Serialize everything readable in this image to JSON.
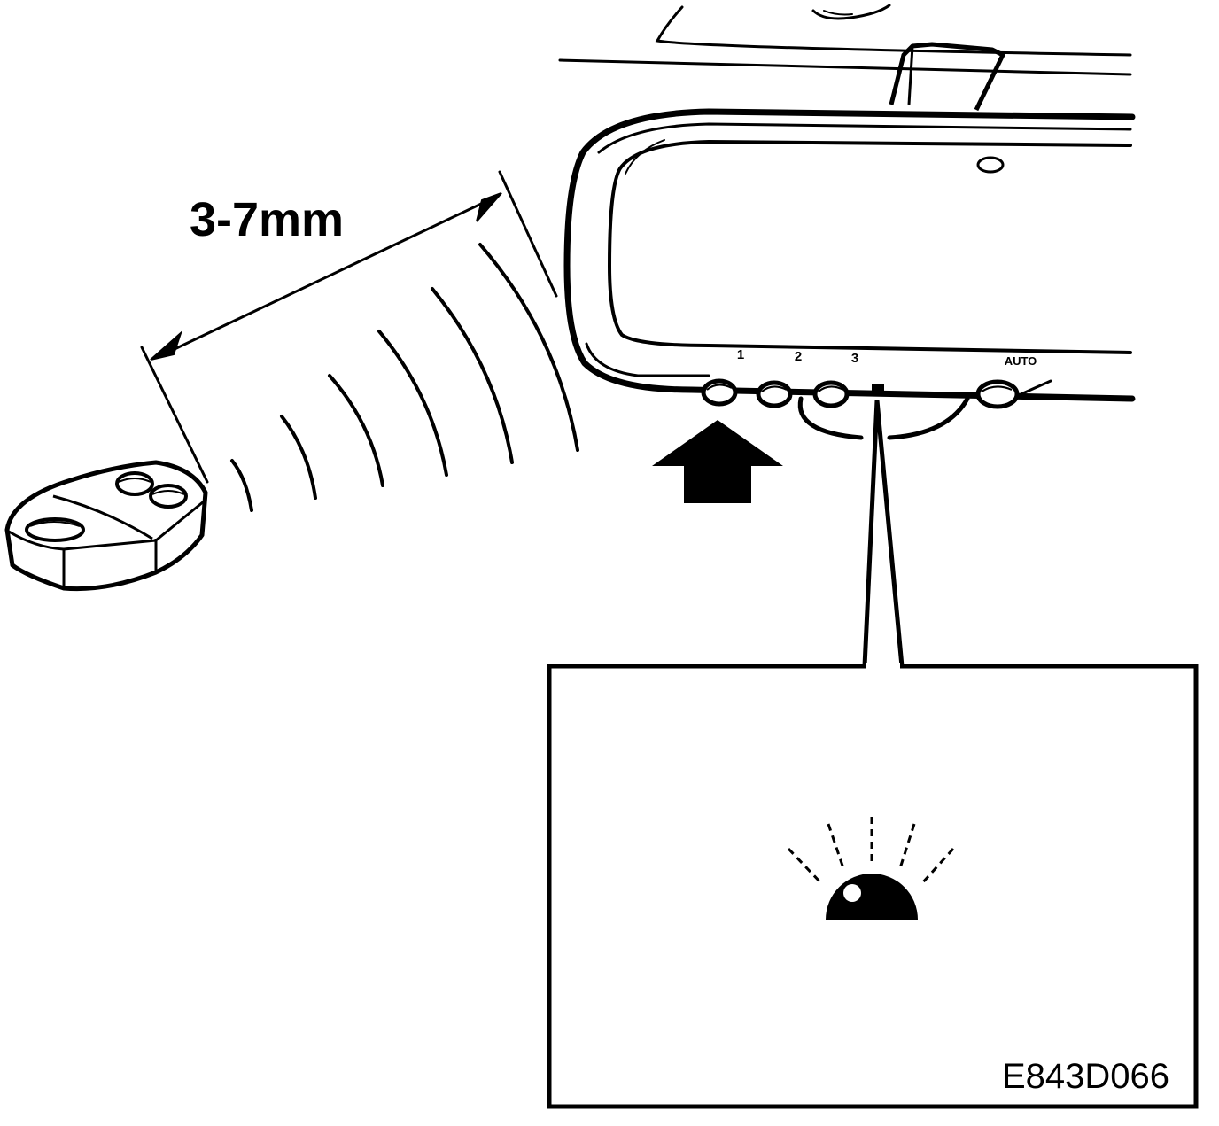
{
  "distance_label": "3-7mm",
  "button_labels": [
    "1",
    "2",
    "3"
  ],
  "auto_label": "AUTO",
  "figure_code": "E843D066",
  "colors": {
    "line": "#000000",
    "background": "#ffffff"
  }
}
